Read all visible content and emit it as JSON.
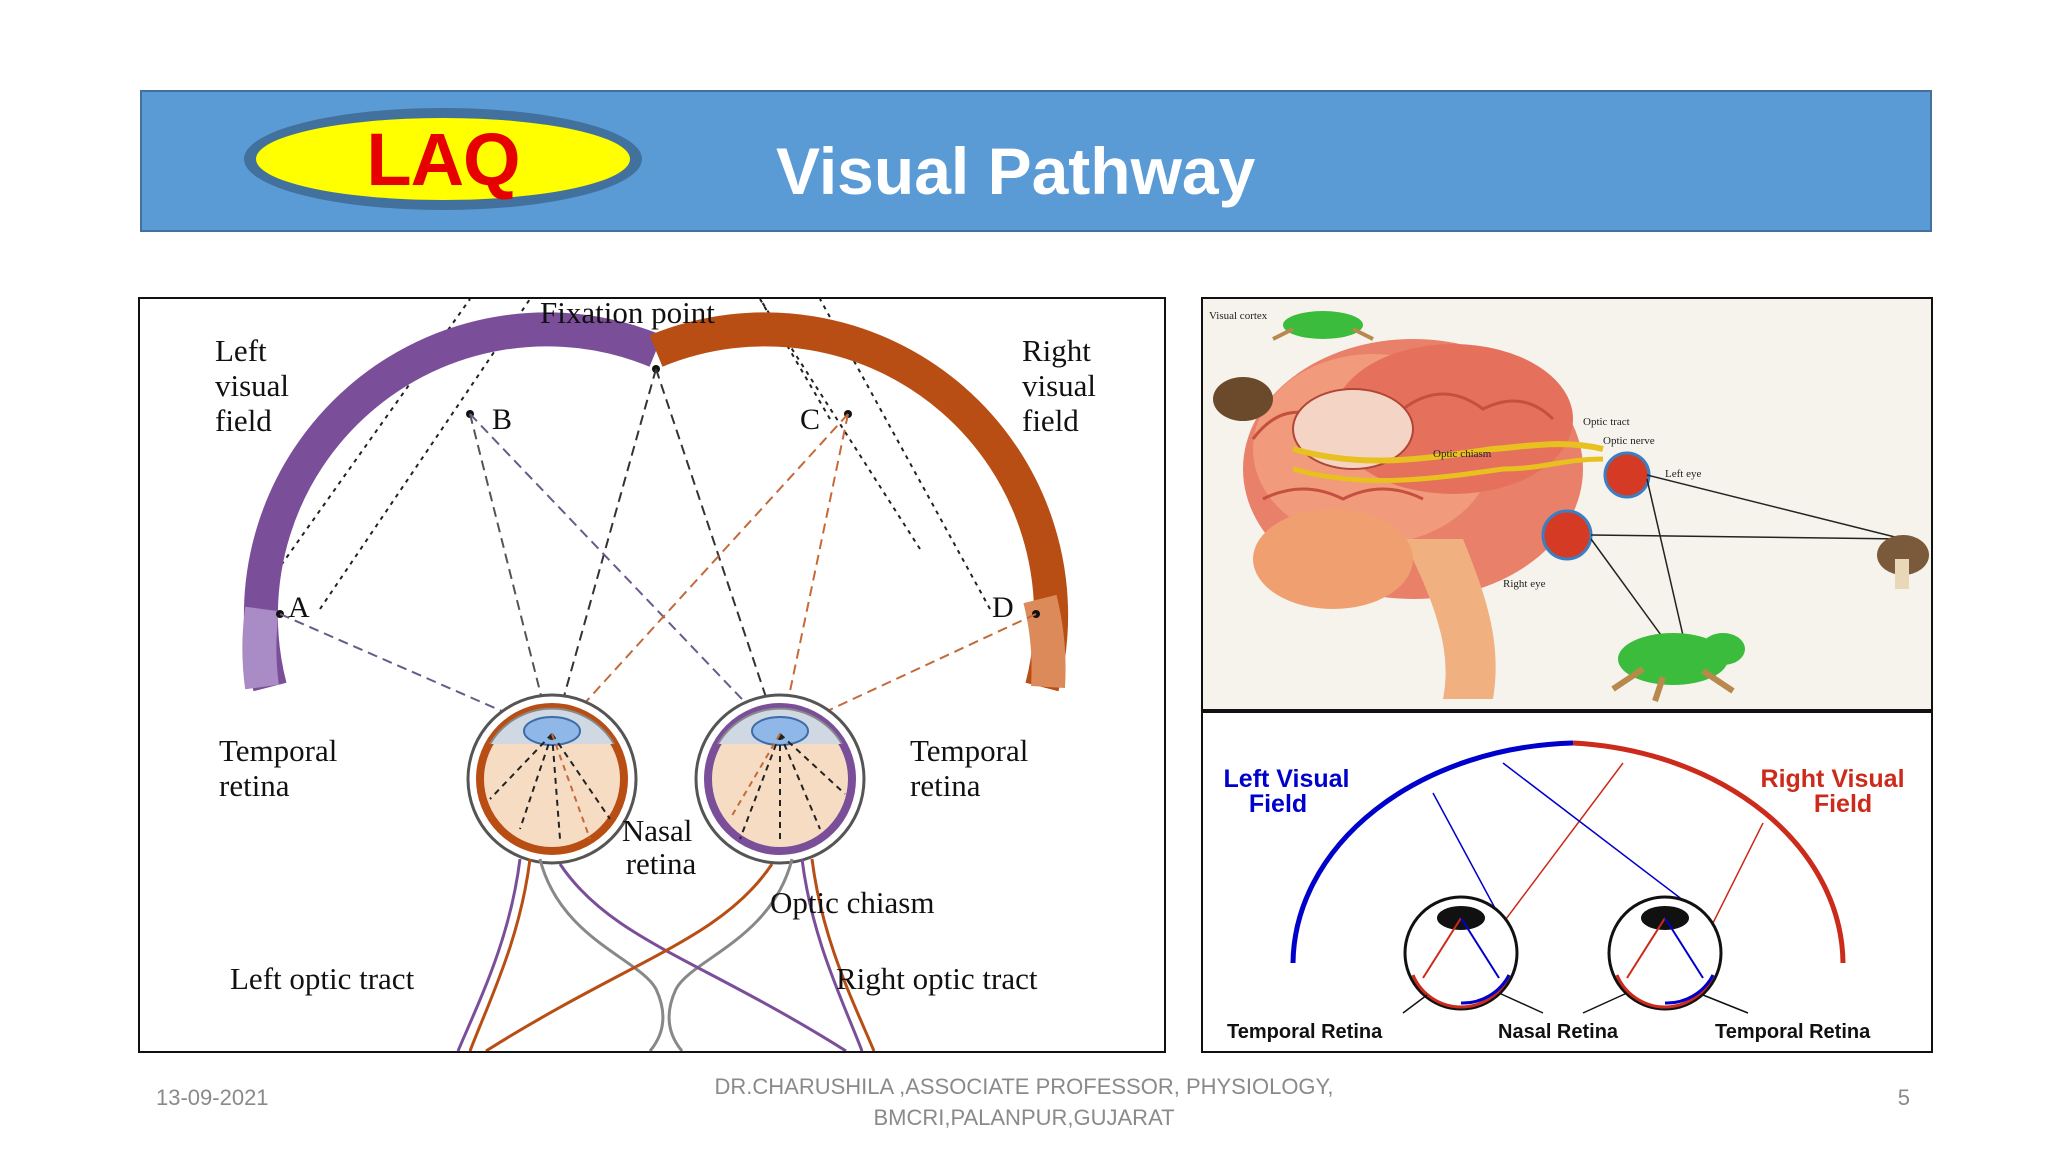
{
  "header": {
    "badge_label": "LAQ",
    "title": "Visual Pathway"
  },
  "colors": {
    "header_band": "#5b9bd5",
    "badge_fill": "#ffff00",
    "badge_border": "#41719c",
    "badge_text": "#e60000",
    "left_field": "#7b4e9a",
    "right_field": "#b84e14",
    "blue_field": "#0000cc",
    "red_field": "#cc2a1a"
  },
  "left_diagram": {
    "fixation_point": "Fixation point",
    "left_visual_field": [
      "Left",
      "visual",
      "field"
    ],
    "right_visual_field": [
      "Right",
      "visual",
      "field"
    ],
    "points": [
      "A",
      "B",
      "C",
      "D"
    ],
    "temporal_retina_left": [
      "Temporal",
      "retina"
    ],
    "temporal_retina_right": [
      "Temporal",
      "retina"
    ],
    "nasal_retina": [
      "Nasal",
      "retina"
    ],
    "optic_chiasm": "Optic chiasm",
    "left_optic_tract": "Left optic tract",
    "right_optic_tract": "Right optic tract"
  },
  "top_right_diagram": {
    "visual_cortex": "Visual cortex",
    "optic_tract": "Optic tract",
    "optic_nerve": "Optic nerve",
    "optic_chiasm": "Optic chiasm",
    "left_eye": "Left eye",
    "right_eye": "Right eye"
  },
  "bottom_right_diagram": {
    "left_visual_field": [
      "Left Visual",
      "Field"
    ],
    "right_visual_field": [
      "Right Visual",
      "Field"
    ],
    "temporal_retina_left": "Temporal Retina",
    "nasal_retina": "Nasal Retina",
    "temporal_retina_right": "Temporal Retina"
  },
  "footer": {
    "date": "13-09-2021",
    "credit_line1": "DR.CHARUSHILA ,ASSOCIATE PROFESSOR, PHYSIOLOGY,",
    "credit_line2": "BMCRI,PALANPUR,GUJARAT",
    "page_number": "5"
  }
}
